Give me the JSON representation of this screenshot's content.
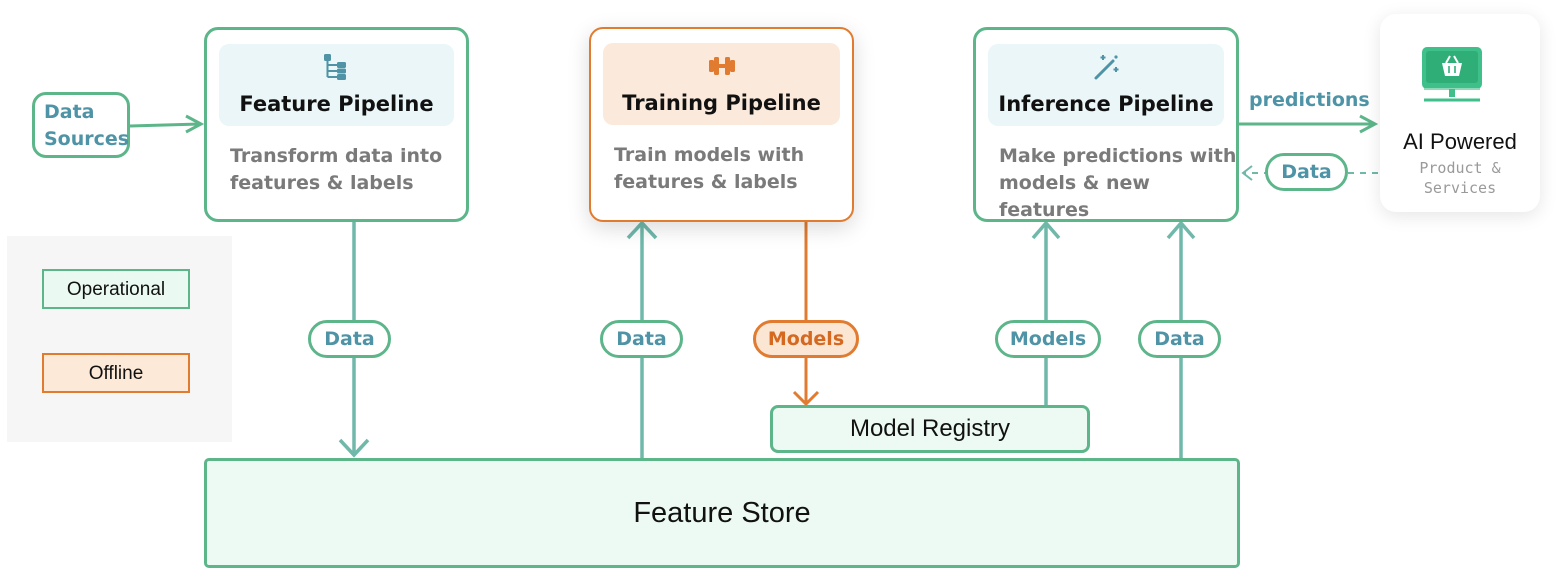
{
  "data_sources": {
    "line1": "Data",
    "line2": "Sources"
  },
  "pipelines": {
    "feature": {
      "title": "Feature Pipeline",
      "desc1": "Transform data into",
      "desc2": "features & labels",
      "icon": "tree-structure-icon"
    },
    "training": {
      "title": "Training Pipeline",
      "desc1": "Train models with",
      "desc2": "features & labels",
      "icon": "dumbbell-icon"
    },
    "inference": {
      "title": "Inference Pipeline",
      "desc1": "Make predictions with",
      "desc2": "models & new features",
      "icon": "magic-wand-icon"
    }
  },
  "edges": {
    "predictions": "predictions",
    "ai_data": "Data",
    "feature_data": "Data",
    "training_data": "Data",
    "training_models": "Models",
    "inference_models": "Models",
    "inference_data": "Data"
  },
  "ai_product": {
    "title": "AI Powered",
    "sub1": "Product &",
    "sub2": "Services",
    "icon": "monitor-basket-icon"
  },
  "legend": {
    "operational": "Operational",
    "offline": "Offline"
  },
  "model_registry": "Model Registry",
  "feature_store": "Feature Store",
  "colors": {
    "operational": "#5db58a",
    "operational_arrow": "#6fb8aa",
    "offline": "#e07b30",
    "label_teal": "#4e93a6"
  }
}
